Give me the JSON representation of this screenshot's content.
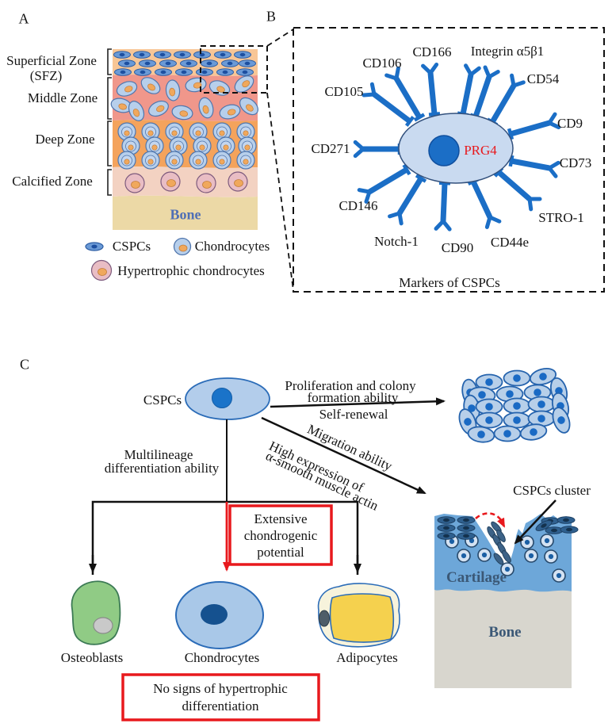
{
  "panelA": {
    "label": "A",
    "zones": {
      "superficial_line1": "Superficial Zone",
      "superficial_line2": "(SFZ)",
      "middle": "Middle Zone",
      "deep": "Deep Zone",
      "calcified": "Calcified Zone",
      "bone": "Bone"
    },
    "legend": {
      "cspcs": "CSPCs",
      "chondrocytes": "Chondrocytes",
      "hypertrophic": "Hypertrophic chondrocytes"
    }
  },
  "panelB": {
    "label": "B",
    "nucleus_label": "PRG4",
    "caption": "Markers of CSPCs",
    "markers": [
      "CD105",
      "CD106",
      "CD166",
      "Integrin α5β1",
      "CD54",
      "CD9",
      "CD271",
      "CD73",
      "CD146",
      "Notch-1",
      "CD90",
      "CD44e",
      "STRO-1"
    ]
  },
  "panelC": {
    "label": "C",
    "cspcs_label": "CSPCs",
    "proliferation_line1": "Proliferation and colony",
    "proliferation_line2": "formation ability",
    "self_renewal": "Self-renewal",
    "migration_line1": "Migration ability",
    "migration_line2": "High expression of",
    "migration_line3": "α-smooth muscle actin",
    "multilineage_line1": "Multilineage",
    "multilineage_line2": "differentiation ability",
    "box_chondrogenic_line1": "Extensive",
    "box_chondrogenic_line2": "chondrogenic",
    "box_chondrogenic_line3": "potential",
    "osteoblasts": "Osteoblasts",
    "chondrocytes": "Chondrocytes",
    "adipocytes": "Adipocytes",
    "box_hypertrophic_line1": "No signs of hypertrophic",
    "box_hypertrophic_line2": "differentiation",
    "cluster_label": "CSPCs cluster",
    "cartilage": "Cartilage",
    "bone": "Bone"
  },
  "colors": {
    "receptor_blue": "#1b6ec6",
    "highlight_red": "#e8191d",
    "cell_fill": "#c9daf0",
    "cartilage_blue": "#6da7d9",
    "bone_gray": "#d8d6ce"
  }
}
